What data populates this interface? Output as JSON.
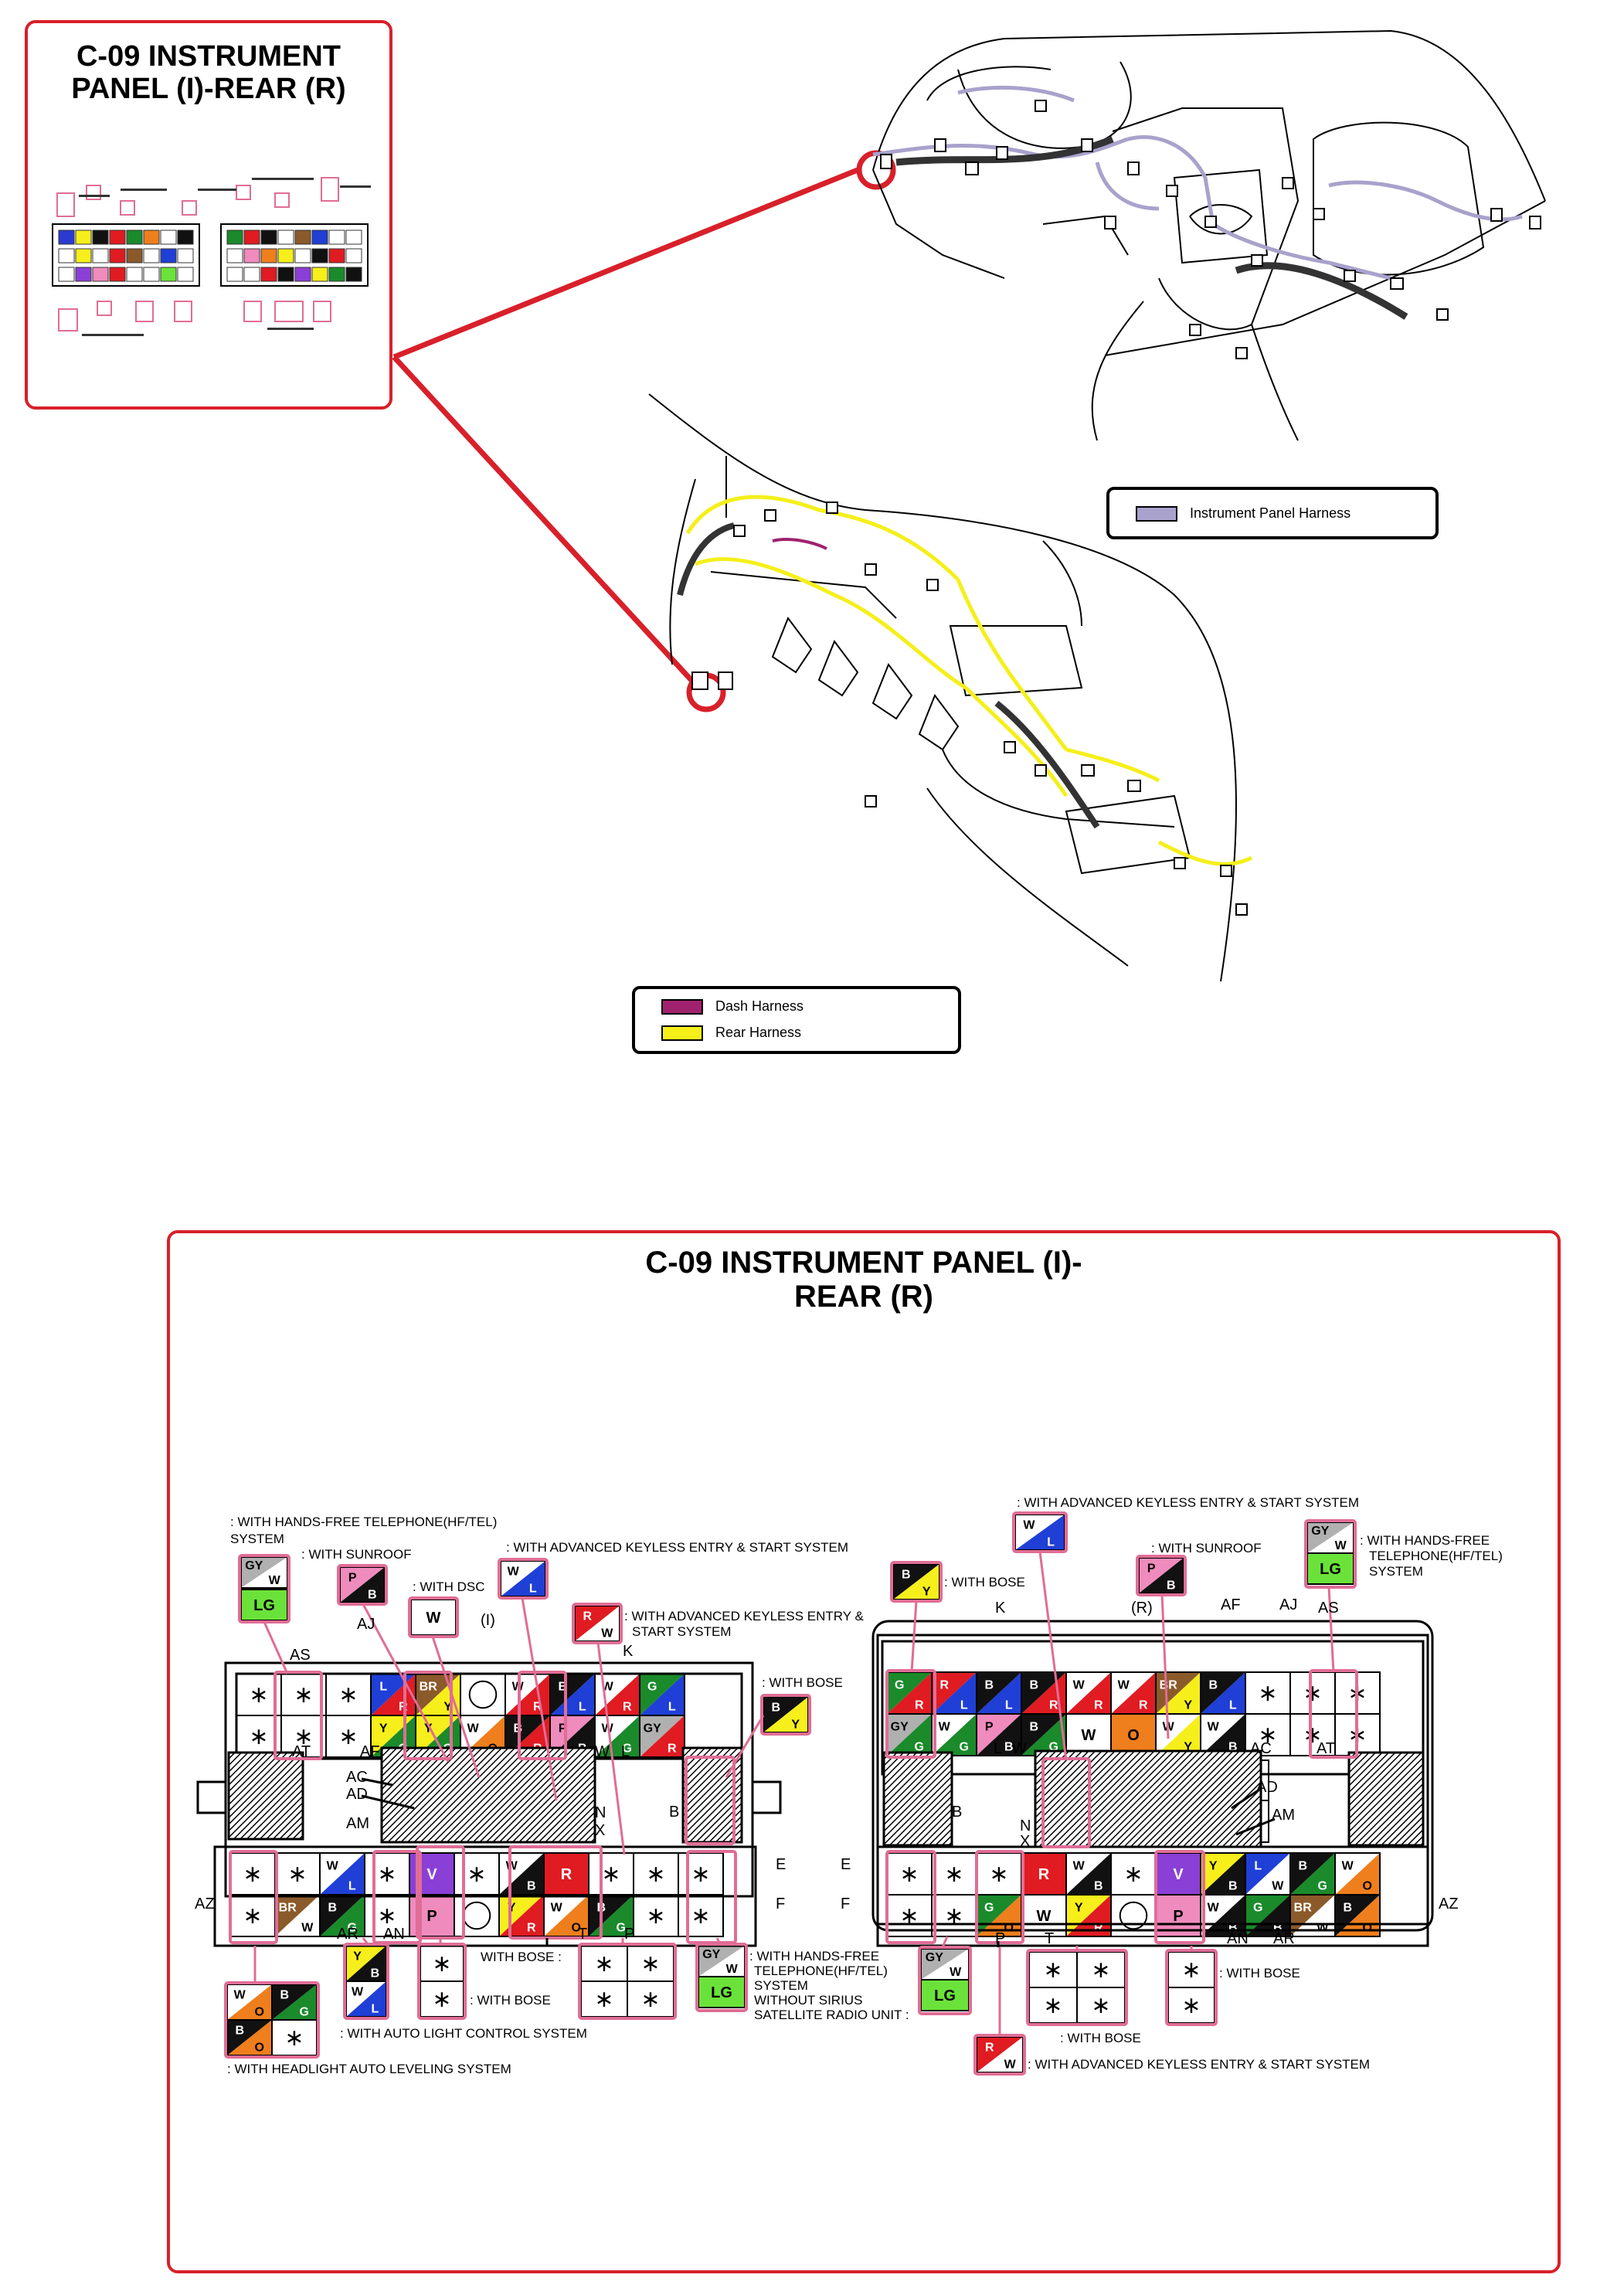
{
  "inset": {
    "title_line1": "C-09 INSTRUMENT",
    "title_line2": "PANEL (I)-REAR (R)"
  },
  "legend_top": {
    "items": [
      {
        "label": "Instrument Panel Harness",
        "color": "#a8a2cc"
      }
    ]
  },
  "legend_bottom": {
    "items": [
      {
        "label": "Dash Harness",
        "color": "#a0226e"
      },
      {
        "label": "Rear Harness",
        "color": "#f5ef1a"
      }
    ]
  },
  "main": {
    "title_line1": "C-09 INSTRUMENT PANEL (I)-",
    "title_line2": "REAR (R)",
    "left_connector": {
      "pin_letters": {
        "AS": "AS",
        "AJ": "AJ",
        "I": "(I)",
        "K": "K",
        "AT": "AT",
        "AF": "AF",
        "AC": "AC",
        "AD": "AD",
        "W": "W",
        "L": "L",
        "N": "N",
        "X": "X",
        "B": "B",
        "AM": "AM",
        "E": "E",
        "F": "F",
        "AZ": "AZ",
        "AR": "AR",
        "AN": "AN",
        "T": "T",
        "P": "P"
      },
      "notes": {
        "hf_tel": ": WITH HANDS-FREE TELEPHONE(HF/TEL)",
        "system": "SYSTEM",
        "sunroof": ": WITH SUNROOF",
        "dsc": ": WITH DSC",
        "keyless1": ": WITH ADVANCED KEYLESS ENTRY & START SYSTEM",
        "keyless2a": ": WITH ADVANCED KEYLESS ENTRY &",
        "keyless2b": "START SYSTEM",
        "bose_right": ": WITH BOSE",
        "with_bose": "WITH BOSE :",
        "with_bose2": ": WITH BOSE",
        "hf_tel2a": ": WITH HANDS-FREE",
        "hf_tel2b": "TELEPHONE(HF/TEL)",
        "hf_tel2c": "SYSTEM",
        "without_sirius": "WITHOUT SIRIUS",
        "satellite": "SATELLITE RADIO UNIT :",
        "auto_light": ": WITH AUTO LIGHT CONTROL SYSTEM",
        "headlight": ": WITH HEADLIGHT AUTO LEVELING SYSTEM"
      }
    },
    "right_connector": {
      "pin_letters": {
        "K": "K",
        "R": "(R)",
        "AF": "AF",
        "AJ": "AJ",
        "AS": "AS",
        "L": "L",
        "W": "W",
        "AC": "AC",
        "AT": "AT",
        "N": "N",
        "AD": "AD",
        "B": "B",
        "X": "X",
        "AM": "AM",
        "E": "E",
        "F": "F",
        "P": "P",
        "T": "T",
        "AN": "AN",
        "AR": "AR",
        "AZ": "AZ"
      },
      "notes": {
        "keyless_top": ": WITH ADVANCED KEYLESS ENTRY & START SYSTEM",
        "hf_tel_a": ": WITH HANDS-FREE",
        "hf_tel_b": "TELEPHONE(HF/TEL)",
        "hf_tel_c": "SYSTEM",
        "sunroof": ": WITH SUNROOF",
        "bose": ": WITH BOSE",
        "bose2": ": WITH BOSE",
        "bose3": ": WITH BOSE",
        "keyless_bottom": ": WITH ADVANCED KEYLESS ENTRY & START SYSTEM"
      }
    },
    "wire_codes": {
      "W": "W",
      "B": "B",
      "Y": "Y",
      "R": "R",
      "G": "G",
      "L": "L",
      "O": "O",
      "P": "P",
      "V": "V",
      "BR": "BR",
      "GY": "GY",
      "LG": "LG"
    },
    "blank_pin": "∗",
    "colors": {
      "W": "#ffffff",
      "B": "#111111",
      "Y": "#f6ef1b",
      "R": "#e01b22",
      "G": "#1a8a2b",
      "L": "#1f3fd6",
      "O": "#ef7e1d",
      "P": "#f08bbd",
      "V": "#8a3fd6",
      "BR": "#8b5a2b",
      "GY": "#b0b0b0",
      "LG": "#6be23a",
      "frame": "#d8202a",
      "pink": "#e06d96"
    }
  }
}
